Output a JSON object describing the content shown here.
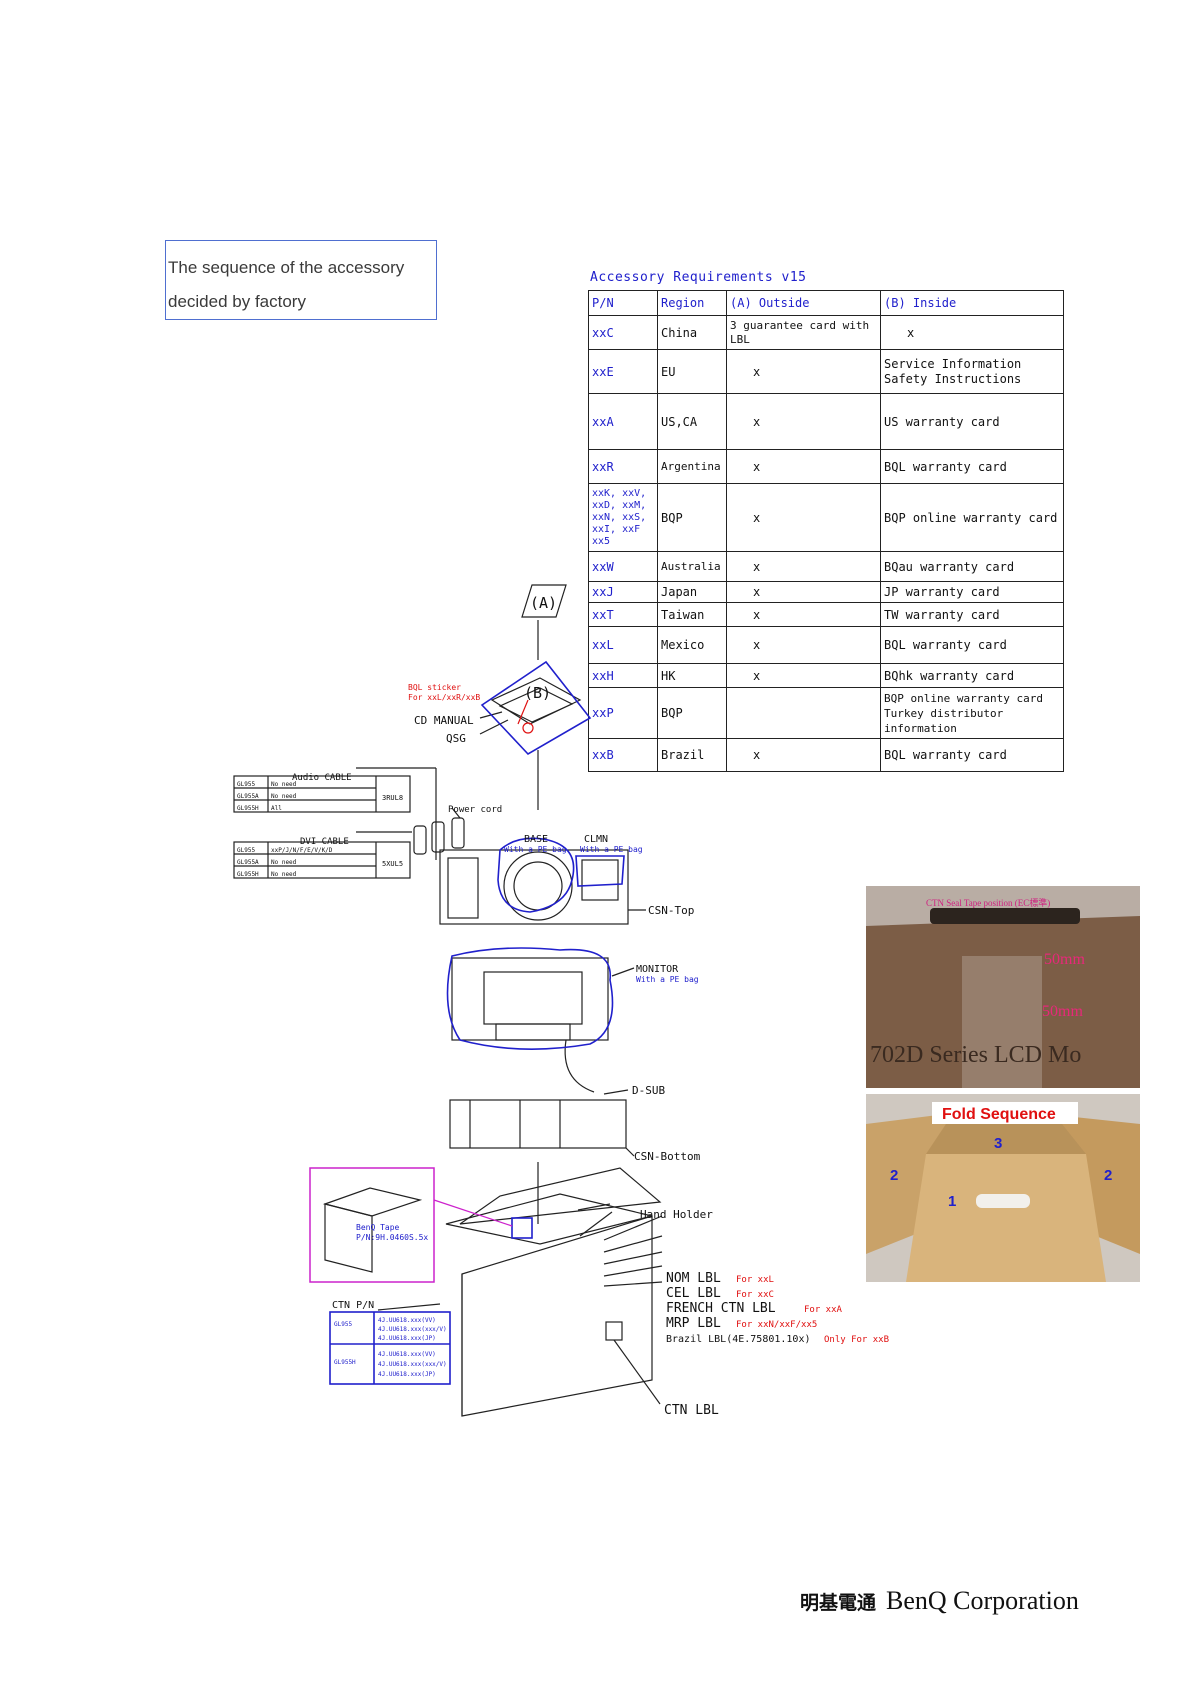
{
  "note": {
    "line1": "The sequence of the accessory",
    "line2": "decided by factory"
  },
  "table": {
    "title": "Accessory Requirements v15",
    "headers": [
      "P/N",
      "Region",
      "(A) Outside",
      "(B) Inside"
    ],
    "rows": [
      {
        "pn": "xxC",
        "region": "China",
        "outside": "3 guarantee card with LBL",
        "inside": "x"
      },
      {
        "pn": "xxE",
        "region": "EU",
        "outside": "x",
        "inside": "Service Information\nSafety Instructions"
      },
      {
        "pn": "xxA",
        "region": "US,CA",
        "outside": "x",
        "inside": "US warranty card"
      },
      {
        "pn": "xxR",
        "region": "Argentina",
        "outside": "x",
        "inside": "BQL warranty card"
      },
      {
        "pn": "xxK, xxV, xxD, xxM, xxN, xxS, xxI, xxF xx5",
        "region": "BQP",
        "outside": "x",
        "inside": "BQP online warranty card"
      },
      {
        "pn": "xxW",
        "region": "Australia",
        "outside": "x",
        "inside": "BQau warranty card"
      },
      {
        "pn": "xxJ",
        "region": "Japan",
        "outside": "x",
        "inside": "JP warranty card"
      },
      {
        "pn": "xxT",
        "region": "Taiwan",
        "outside": "x",
        "inside": "TW warranty card"
      },
      {
        "pn": "xxL",
        "region": "Mexico",
        "outside": "x",
        "inside": "BQL warranty card"
      },
      {
        "pn": "xxH",
        "region": "HK",
        "outside": "x",
        "inside": "BQhk warranty card"
      },
      {
        "pn": "xxP",
        "region": "BQP",
        "outside": "",
        "inside": "BQP online warranty card\nTurkey distributor information"
      },
      {
        "pn": "xxB",
        "region": "Brazil",
        "outside": "x",
        "inside": "BQL warranty card"
      }
    ]
  },
  "diagram": {
    "label_a": "(A)",
    "label_b": "(B)",
    "bql_sticker": "BQL sticker",
    "bql_sticker_for": "For xxL/xxR/xxB",
    "cd_manual": "CD MANUAL",
    "qsg": "QSG",
    "audio_cable": "Audio CABLE",
    "audio_rows": [
      [
        "GL955",
        "No need"
      ],
      [
        "GL955A",
        "No need"
      ],
      [
        "GL955H",
        "All"
      ]
    ],
    "audio_part": "3RUL8",
    "power_cord": "Power cord",
    "dvi_cable": "DVI CABLE",
    "dvi_rows": [
      [
        "GL955",
        "xxP/J/N/F/E/V/K/D"
      ],
      [
        "GL955A",
        "No need"
      ],
      [
        "GL955H",
        "No need"
      ]
    ],
    "dvi_part": "5XUL5",
    "base": "BASE",
    "base_sub": "With a PE bag",
    "clmn": "CLMN",
    "clmn_sub": "With a PE bag",
    "csn_top": "CSN-Top",
    "monitor": "MONITOR",
    "monitor_sub": "With a PE bag",
    "dsub": "D-SUB",
    "csn_bottom": "CSN-Bottom",
    "hand_holder": "Hand Holder",
    "benq_tape": "BenQ Tape",
    "benq_tape_pn": "P/N:9H.0460S.5x",
    "ctn_pn": "CTN P/N",
    "ctn_rows": [
      {
        "model": "GL955",
        "parts": [
          "4J.UU618.xxx(VV)",
          "4J.UU618.xxx(xxx/V)",
          "4J.UU618.xxx(JP)"
        ]
      },
      {
        "model": "GL955H",
        "parts": [
          "4J.UU618.xxx(VV)",
          "4J.UU618.xxx(xxx/V)",
          "4J.UU618.xxx(JP)"
        ]
      }
    ],
    "labels": [
      {
        "text": "NOM LBL",
        "note": "For xxL"
      },
      {
        "text": "CEL LBL",
        "note": "For xxC"
      },
      {
        "text": "FRENCH CTN LBL",
        "note": "For xxA"
      },
      {
        "text": "MRP LBL",
        "note": "For xxN/xxF/xx5"
      },
      {
        "text": "Brazil LBL(4E.75801.10x)",
        "note": "Only For xxB"
      }
    ],
    "ctn_lbl": "CTN LBL"
  },
  "photo1": {
    "caption": "CTN Seal Tape position (EC標準)",
    "m1": "50mm",
    "m2": "50mm",
    "box_text": "702D Series LCD Mo"
  },
  "photo2": {
    "title": "Fold Sequence",
    "n1": "1",
    "n2a": "2",
    "n2b": "2",
    "n3": "3"
  },
  "footer": {
    "cn": "明基電通",
    "en": "BenQ Corporation"
  },
  "colors": {
    "blue": "#2020cc",
    "red": "#e01010",
    "magenta": "#cc22cc"
  }
}
